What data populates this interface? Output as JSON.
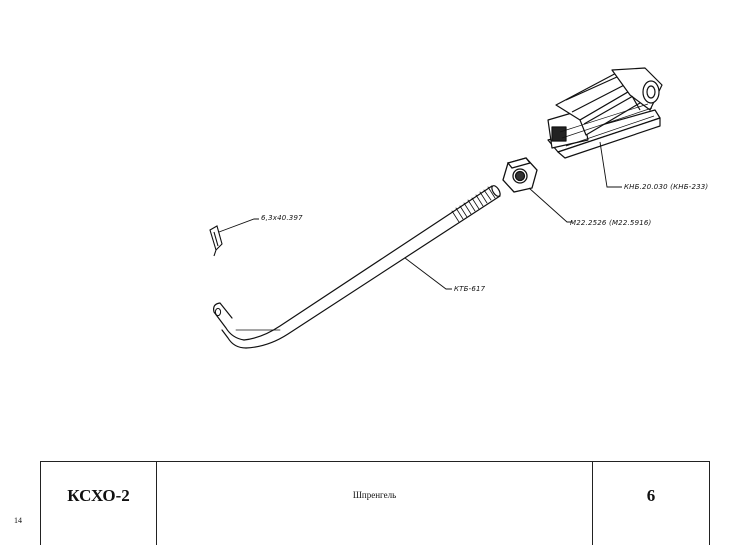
{
  "drawing": {
    "callouts": {
      "bracket": "КНБ.20.030 (КНБ-233)",
      "nut": "М22.2526  (М22.5916)",
      "pin": "6,3х40.397",
      "rod": "КТБ-617"
    }
  },
  "title_block": {
    "code": "КСХО-2",
    "name": "Шпренгель",
    "sheet": "6"
  },
  "page_number": "14"
}
